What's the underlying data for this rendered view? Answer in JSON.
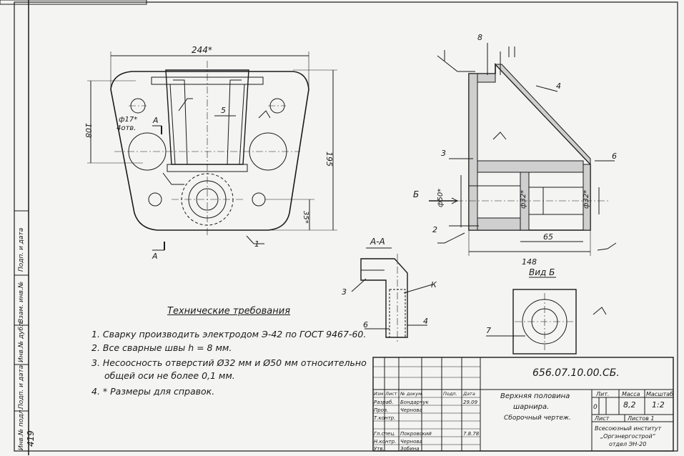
{
  "drawing": {
    "number": "656.07.10.00.СБ.",
    "title_line1": "Верхняя половина",
    "title_line2": "шарнира.",
    "title_line3": "Сборочный чертеж.",
    "mass_header": "Масса",
    "lit_header": "Лит.",
    "scale_header": "Масштаб",
    "lit_value": "0",
    "mass_value": "8,2",
    "scale_value": "1:2",
    "sheet_label": "Лист",
    "sheets_label": "Листов 1",
    "org_line1": "Всесоюзный институт",
    "org_line2": "„Оргэнергострой“",
    "org_line3": "отдел ЭН-20"
  },
  "title_block": {
    "headers": [
      "Изм",
      "Лист",
      "№ докум.",
      "Подп.",
      "Дата"
    ],
    "roles": [
      "Разраб.",
      "Пров.",
      "Т.контр.",
      "Гл.спец.",
      "Н.контр.",
      "Утв."
    ],
    "names": [
      "Бондарчук",
      "Чернова",
      "",
      "Покровский",
      "Чернова",
      "Зобина"
    ],
    "dates": [
      "29.09",
      "",
      "",
      "7.8.78",
      "",
      ""
    ]
  },
  "requirements": {
    "heading": "Технические требования",
    "items": [
      "1. Сварку производить электродом Э-42 по ГОСТ 9467-60.",
      "2. Все сварные швы h = 8 мм.",
      "3. Несоосность отверстий Ø32 мм и Ø50 мм относительно",
      "общей оси не более 0,1 мм.",
      "4. * Размеры для справок."
    ]
  },
  "dimensions": {
    "width_244": "244*",
    "height_108": "108",
    "height_195": "195",
    "dim_35": "35*",
    "hole_note": "ф17*",
    "hole_count": "4отв.",
    "dim_148": "148",
    "dim_65": "65",
    "dia_50": "ф50*",
    "dia_32a": "ф32*",
    "dia_32b": "ф32*"
  },
  "views": {
    "section_label": "А-А",
    "view_label": "Вид Б",
    "arrow_a": "А",
    "arrow_b": "Б",
    "weld_mark": "К"
  },
  "callouts": [
    "1",
    "2",
    "3",
    "4",
    "5",
    "6",
    "7",
    "8"
  ],
  "margin": {
    "labels": [
      "Подп. и дата",
      "Взам. инв.№",
      "Инв.№ дубл.",
      "Подп. и дата",
      "Инв.№ подл."
    ],
    "sheet_no": "419"
  }
}
